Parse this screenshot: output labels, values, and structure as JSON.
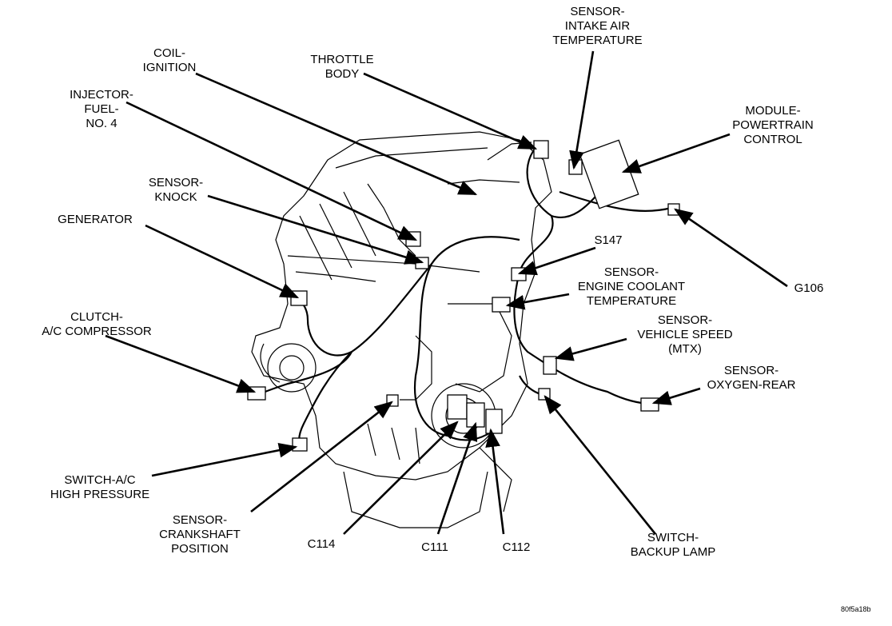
{
  "labels": {
    "coil_ignition": [
      "COIL-",
      "IGNITION"
    ],
    "throttle_body": [
      "THROTTLE",
      "BODY"
    ],
    "sensor_intake_air_temp": [
      "SENSOR-",
      "INTAKE AIR",
      "TEMPERATURE"
    ],
    "module_powertrain_control": [
      "MODULE-",
      "POWERTRAIN",
      "CONTROL"
    ],
    "injector_fuel_4": [
      "INJECTOR-",
      "FUEL-",
      "NO. 4"
    ],
    "sensor_knock": [
      "SENSOR-",
      "KNOCK"
    ],
    "generator": [
      "GENERATOR"
    ],
    "s147": [
      "S147"
    ],
    "sensor_engine_coolant_temp": [
      "SENSOR-",
      "ENGINE COOLANT",
      "TEMPERATURE"
    ],
    "g106": [
      "G106"
    ],
    "clutch_ac_compressor": [
      "CLUTCH-",
      "A/C COMPRESSOR"
    ],
    "sensor_vehicle_speed": [
      "SENSOR-",
      "VEHICLE SPEED",
      "(MTX)"
    ],
    "sensor_oxygen_rear": [
      "SENSOR-",
      "OXYGEN-REAR"
    ],
    "switch_ac_high_pressure": [
      "SWITCH-A/C",
      "HIGH PRESSURE"
    ],
    "sensor_crankshaft_position": [
      "SENSOR-",
      "CRANKSHAFT",
      "POSITION"
    ],
    "c114": [
      "C114"
    ],
    "c111": [
      "C111"
    ],
    "c112": [
      "C112"
    ],
    "switch_backup_lamp": [
      "SWITCH-",
      "BACKUP LAMP"
    ]
  },
  "figure_code": "80f5a18b"
}
